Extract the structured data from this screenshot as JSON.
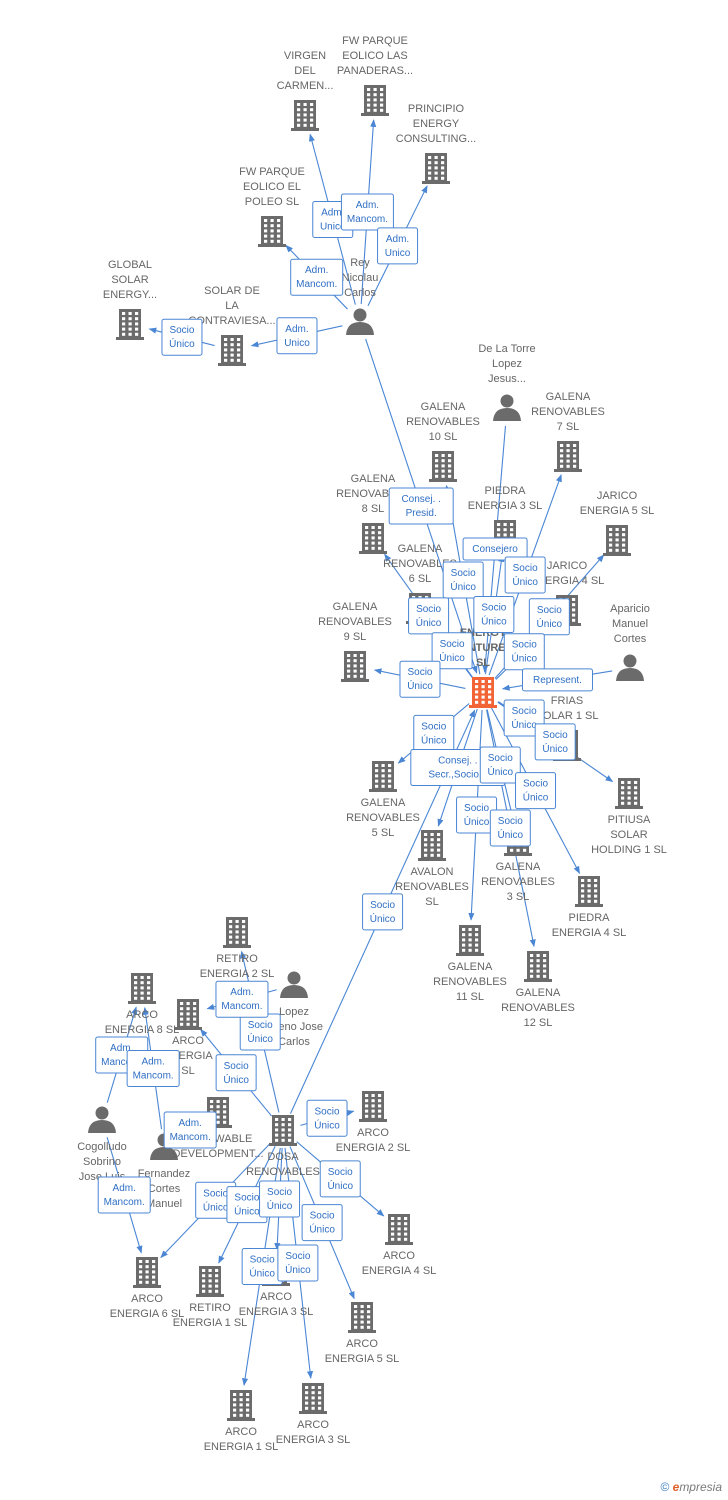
{
  "colors": {
    "company": "#6b6b6b",
    "focus": "#f26436",
    "person": "#6b6b6b",
    "edge": "#4a86d4"
  },
  "footer": {
    "copyright": "©",
    "brand": "mpresia",
    "brand_initial": "e"
  },
  "nodes": [
    {
      "id": "virgen",
      "type": "company",
      "label": [
        "VIRGEN",
        "DEL",
        "CARMEN..."
      ]
    },
    {
      "id": "fwpanad",
      "type": "company",
      "label": [
        "FW PARQUE",
        "EOLICO LAS",
        "PANADERAS..."
      ]
    },
    {
      "id": "principio",
      "type": "company",
      "label": [
        "PRINCIPIO",
        "ENERGY",
        "CONSULTING..."
      ]
    },
    {
      "id": "fwpoleo",
      "type": "company",
      "label": [
        "FW PARQUE",
        "EOLICO EL",
        "POLEO  SL"
      ]
    },
    {
      "id": "rey",
      "type": "person",
      "label": [
        "Rey",
        "Nicolau",
        "Carlos"
      ]
    },
    {
      "id": "global",
      "type": "company",
      "label": [
        "GLOBAL",
        "SOLAR",
        "ENERGY..."
      ]
    },
    {
      "id": "solarcontra",
      "type": "company",
      "label": [
        "SOLAR DE",
        "LA",
        "CONTRAVIESA..."
      ]
    },
    {
      "id": "delatorre",
      "type": "person",
      "label": [
        "De La Torre",
        "Lopez",
        "Jesus..."
      ]
    },
    {
      "id": "gal10",
      "type": "company",
      "label": [
        "GALENA",
        "RENOVABLES",
        "10  SL"
      ]
    },
    {
      "id": "gal7",
      "type": "company",
      "label": [
        "GALENA",
        "RENOVABLES",
        "7  SL"
      ]
    },
    {
      "id": "gal8",
      "type": "company",
      "label": [
        "GALENA",
        "RENOVABLES",
        "8  SL"
      ]
    },
    {
      "id": "piedra3",
      "type": "company",
      "label": [
        "PIEDRA",
        "ENERGIA 3  SL"
      ]
    },
    {
      "id": "jarico5",
      "type": "company",
      "label": [
        "JARICO",
        "ENERGIA 5  SL"
      ]
    },
    {
      "id": "gal6",
      "type": "company",
      "label": [
        "GALENA",
        "RENOVABLES",
        "6  SL"
      ]
    },
    {
      "id": "jarico4",
      "type": "company",
      "label": [
        "JARICO",
        "ENERGIA 4  SL"
      ]
    },
    {
      "id": "gal9",
      "type": "company",
      "label": [
        "GALENA",
        "RENOVABLES",
        "9  SL"
      ]
    },
    {
      "id": "aparicio",
      "type": "person",
      "label": [
        "Aparicio",
        "Manuel",
        "Cortes"
      ]
    },
    {
      "id": "focus",
      "type": "focus",
      "label": [
        "ENERGY",
        "VENTURES",
        "SL"
      ]
    },
    {
      "id": "aguas",
      "type": "company",
      "label": [
        "AGUAS",
        "FRIAS",
        "SOLAR 1  SL"
      ]
    },
    {
      "id": "gal5",
      "type": "company",
      "label": [
        "GALENA",
        "RENOVABLES",
        "5  SL"
      ]
    },
    {
      "id": "pitiusa",
      "type": "company",
      "label": [
        "PITIUSA",
        "SOLAR",
        "HOLDING 1  SL"
      ]
    },
    {
      "id": "avalon",
      "type": "company",
      "label": [
        "AVALON",
        "RENOVABLES",
        "SL"
      ]
    },
    {
      "id": "gal3",
      "type": "company",
      "label": [
        "GALENA",
        "RENOVABLES",
        "3  SL"
      ]
    },
    {
      "id": "piedra4",
      "type": "company",
      "label": [
        "PIEDRA",
        "ENERGIA 4  SL"
      ]
    },
    {
      "id": "gal11",
      "type": "company",
      "label": [
        "GALENA",
        "RENOVABLES",
        "11  SL"
      ]
    },
    {
      "id": "gal12",
      "type": "company",
      "label": [
        "GALENA",
        "RENOVABLES",
        "12  SL"
      ]
    },
    {
      "id": "retiro2",
      "type": "company",
      "label": [
        "RETIRO",
        "ENERGIA 2  SL"
      ]
    },
    {
      "id": "lopez",
      "type": "person",
      "label": [
        "Lopez",
        "Bueno Jose",
        "Carlos"
      ]
    },
    {
      "id": "arco8",
      "type": "company",
      "label": [
        "ARCO",
        "ENERGIA 8  SL"
      ]
    },
    {
      "id": "arco7",
      "type": "company",
      "label": [
        "ARCO",
        "ENERGIA",
        "SL"
      ]
    },
    {
      "id": "arco2",
      "type": "company",
      "label": [
        "ARCO",
        "ENERGIA 2  SL"
      ]
    },
    {
      "id": "cogolludo",
      "type": "person",
      "label": [
        "Cogolludo",
        "Sobrino",
        "Jose Luis"
      ]
    },
    {
      "id": "fernandez",
      "type": "person",
      "label": [
        "Fernandez",
        "Cortes",
        "Manuel"
      ]
    },
    {
      "id": "renewable",
      "type": "company",
      "label": [
        "RENEWABLE",
        "DEVELOPMENT..."
      ]
    },
    {
      "id": "dosa",
      "type": "company",
      "label": [
        "DOSA",
        "RENOVABLES",
        "SL"
      ]
    },
    {
      "id": "arco4",
      "type": "company",
      "label": [
        "ARCO",
        "ENERGIA 4  SL"
      ]
    },
    {
      "id": "arco6",
      "type": "company",
      "label": [
        "ARCO",
        "ENERGIA 6  SL"
      ]
    },
    {
      "id": "retiro1",
      "type": "company",
      "label": [
        "RETIRO",
        "ENERGIA 1  SL"
      ]
    },
    {
      "id": "arco3a",
      "type": "company",
      "label": [
        "ARCO",
        "ENERGIA 3  SL"
      ]
    },
    {
      "id": "arco5",
      "type": "company",
      "label": [
        "ARCO",
        "ENERGIA 5  SL"
      ]
    },
    {
      "id": "arco1",
      "type": "company",
      "label": [
        "ARCO",
        "ENERGIA 1  SL"
      ]
    },
    {
      "id": "arco3b",
      "type": "company",
      "label": [
        "ARCO",
        "ENERGIA 3  SL"
      ]
    }
  ],
  "edges": [
    {
      "from": "rey",
      "to": "virgen",
      "label": [
        "Adm.",
        "Unico"
      ]
    },
    {
      "from": "rey",
      "to": "fwpanad",
      "label": [
        "Adm.",
        "Mancom."
      ]
    },
    {
      "from": "rey",
      "to": "principio",
      "label": [
        "Adm.",
        "Unico"
      ]
    },
    {
      "from": "rey",
      "to": "fwpoleo",
      "label": [
        "Adm.",
        "Mancom."
      ]
    },
    {
      "from": "rey",
      "to": "solarcontra",
      "label": [
        "Adm.",
        "Unico"
      ]
    },
    {
      "from": "solarcontra",
      "to": "global",
      "label": [
        "Socio",
        "Único"
      ]
    },
    {
      "from": "rey",
      "to": "focus",
      "label": [
        "Consej. .",
        "Presid."
      ]
    },
    {
      "from": "delatorre",
      "to": "focus",
      "label": [
        "Consejero"
      ]
    },
    {
      "from": "focus",
      "to": "gal10",
      "label": [
        "Socio",
        "Único"
      ]
    },
    {
      "from": "focus",
      "to": "gal7",
      "label": [
        "Socio",
        "Único"
      ]
    },
    {
      "from": "focus",
      "to": "gal8",
      "label": [
        "Socio",
        "Único"
      ]
    },
    {
      "from": "focus",
      "to": "piedra3",
      "label": [
        "Socio",
        "Único"
      ]
    },
    {
      "from": "focus",
      "to": "jarico5",
      "label": [
        "Socio",
        "Único"
      ]
    },
    {
      "from": "focus",
      "to": "gal6",
      "label": [
        "Socio",
        "Único"
      ]
    },
    {
      "from": "focus",
      "to": "jarico4",
      "label": [
        "Socio",
        "Único"
      ]
    },
    {
      "from": "focus",
      "to": "gal9",
      "label": [
        "Socio",
        "Único"
      ]
    },
    {
      "from": "aparicio",
      "to": "focus",
      "label": [
        "Represent."
      ]
    },
    {
      "from": "focus",
      "to": "aguas",
      "label": [
        "Socio",
        "Único"
      ]
    },
    {
      "from": "focus",
      "to": "pitiusa",
      "label": [
        "Socio",
        "Único"
      ]
    },
    {
      "from": "focus",
      "to": "gal5",
      "label": [
        "Socio",
        "Único"
      ]
    },
    {
      "from": "focus",
      "to": "avalon",
      "label": [
        "Consej. .",
        "Secr.,Socio..."
      ]
    },
    {
      "from": "focus",
      "to": "gal3",
      "label": [
        "Socio",
        "Único"
      ]
    },
    {
      "from": "focus",
      "to": "piedra4",
      "label": [
        "Socio",
        "Único"
      ]
    },
    {
      "from": "focus",
      "to": "gal11",
      "label": [
        "Socio",
        "Único"
      ]
    },
    {
      "from": "focus",
      "to": "gal12",
      "label": [
        "Socio",
        "Único"
      ]
    },
    {
      "from": "dosa",
      "to": "focus",
      "label": [
        "Socio",
        "Único"
      ]
    },
    {
      "from": "dosa",
      "to": "retiro2",
      "label": [
        "Socio",
        "Único"
      ]
    },
    {
      "from": "dosa",
      "to": "arco7",
      "label": [
        "Socio",
        "Único"
      ]
    },
    {
      "from": "lopez",
      "to": "arco7",
      "label": [
        "Adm.",
        "Mancom."
      ]
    },
    {
      "from": "cogolludo",
      "to": "arco8",
      "label": [
        "Adm.",
        "Mancom."
      ]
    },
    {
      "from": "fernandez",
      "to": "arco8",
      "label": [
        "Adm.",
        "Mancom."
      ]
    },
    {
      "from": "fernandez",
      "to": "renewable",
      "label": [
        "Adm.",
        "Mancom."
      ]
    },
    {
      "from": "dosa",
      "to": "arco2",
      "label": [
        "Socio",
        "Único"
      ]
    },
    {
      "from": "dosa",
      "to": "arco4",
      "label": [
        "Socio",
        "Único"
      ]
    },
    {
      "from": "dosa",
      "to": "arco6",
      "label": [
        "Socio",
        "Único"
      ]
    },
    {
      "from": "cogolludo",
      "to": "arco6",
      "label": [
        "Adm.",
        "Mancom."
      ]
    },
    {
      "from": "dosa",
      "to": "retiro1",
      "label": [
        "Socio",
        "Único"
      ]
    },
    {
      "from": "dosa",
      "to": "arco3a",
      "label": [
        "Socio",
        "Único"
      ]
    },
    {
      "from": "dosa",
      "to": "arco5",
      "label": [
        "Socio",
        "Único"
      ]
    },
    {
      "from": "dosa",
      "to": "arco1",
      "label": [
        "Socio",
        "Único"
      ]
    },
    {
      "from": "dosa",
      "to": "arco3b",
      "label": [
        "Socio",
        "Único"
      ]
    }
  ]
}
